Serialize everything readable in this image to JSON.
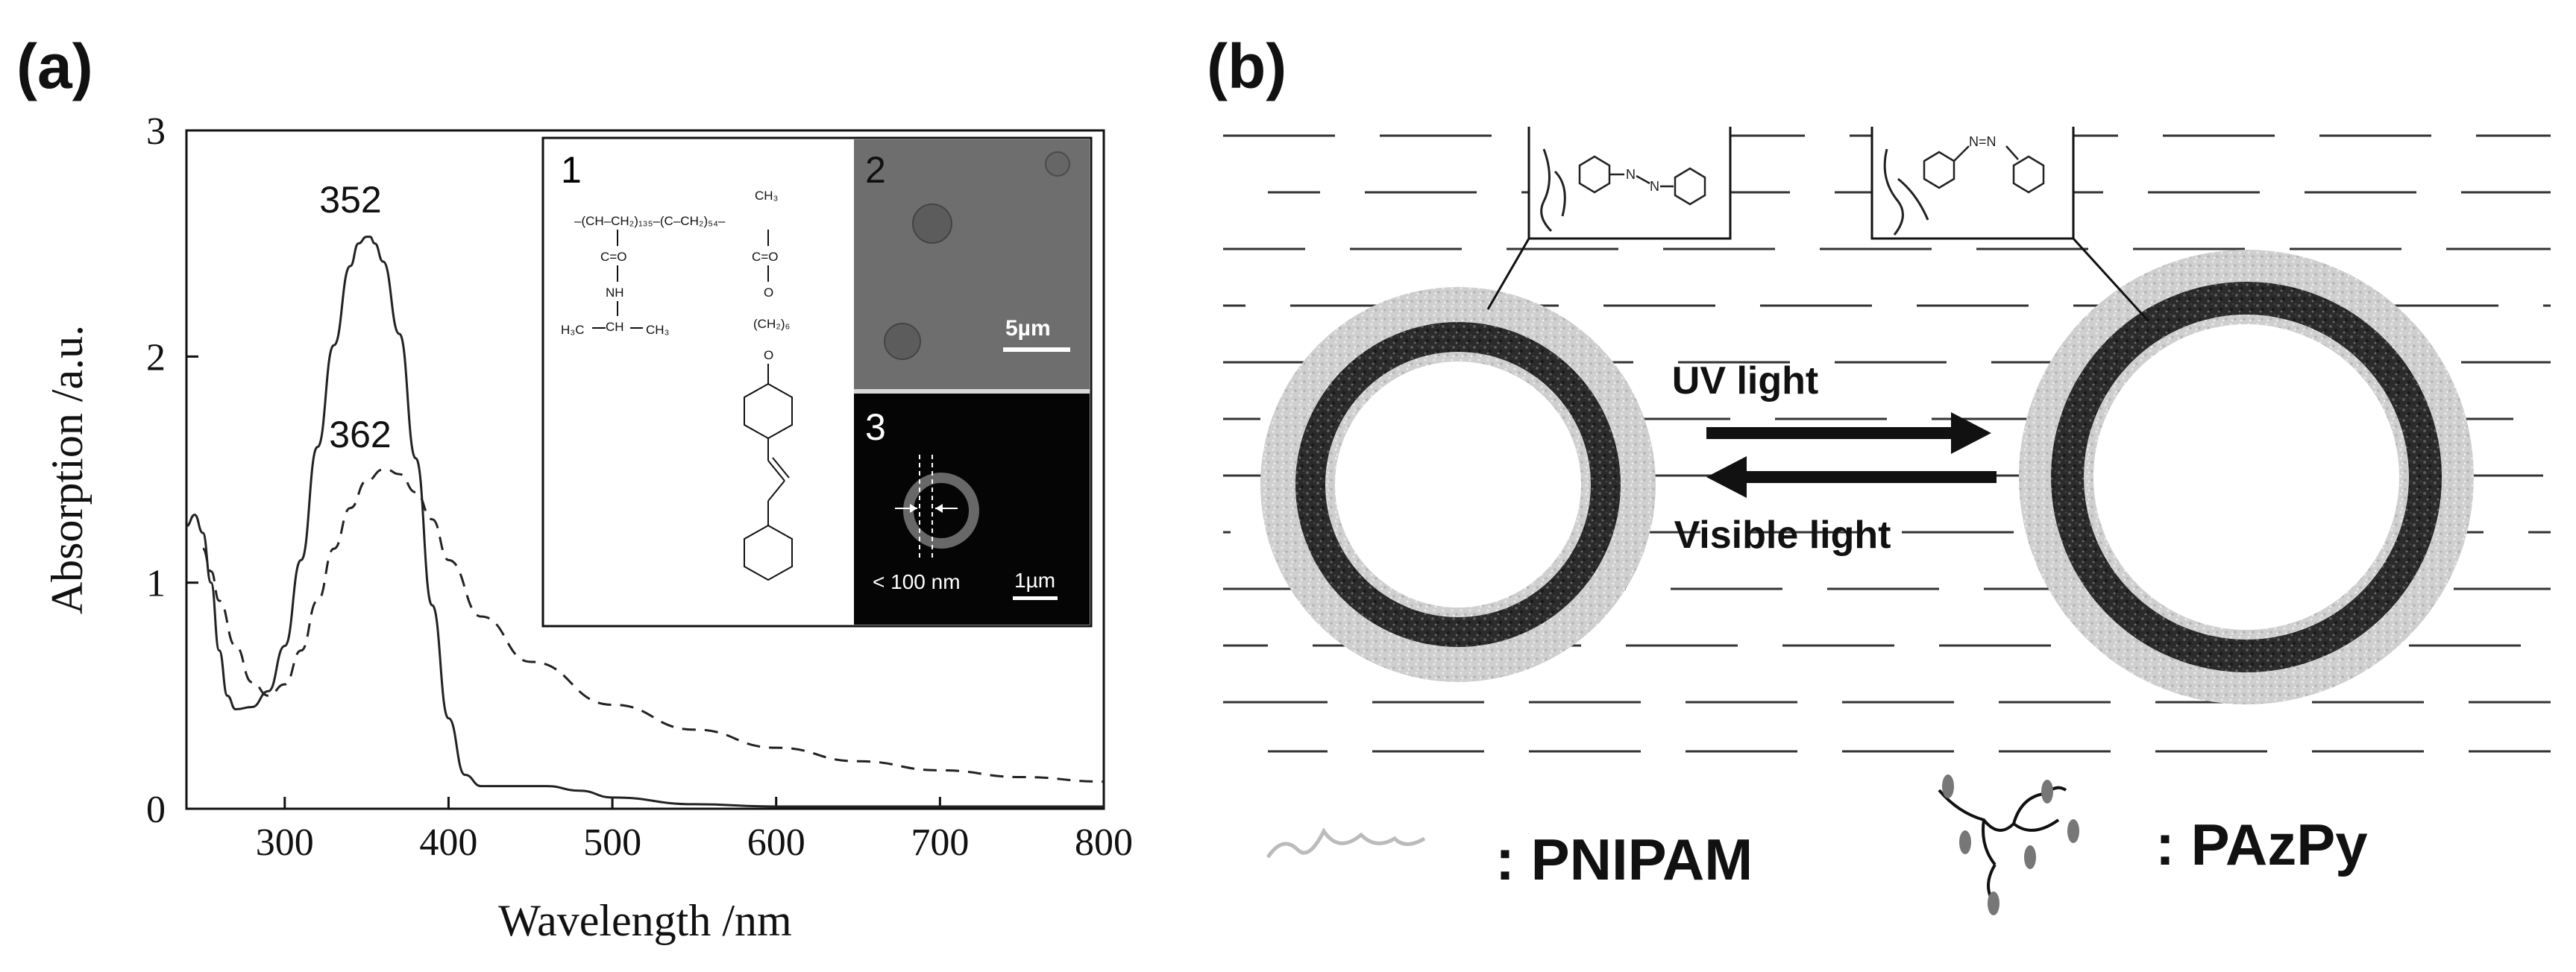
{
  "panel_a": {
    "label": "(a)",
    "peak_labels": [
      "352",
      "362"
    ],
    "inset": {
      "label_1": "1",
      "label_2": "2",
      "label_3": "3",
      "scale_2": "5µm",
      "scale_3": "1µm",
      "thickness_label": "< 100 nm",
      "chem_lines": [
        "CH₃",
        "–(CH–CH₂)₁₃₅–(C–CH₂)₅₄–",
        "C=O",
        "NH",
        "CH",
        "H₃C",
        "CH₃",
        "O",
        "(CH₂)₆"
      ]
    }
  },
  "panel_b": {
    "label": "(b)",
    "arrow_top_label": "UV light",
    "arrow_bottom_label": "Visible light",
    "legend_pnipam": ":   PNIPAM",
    "legend_pazpy": ":   PAzPy"
  },
  "chart_data": {
    "type": "line",
    "xlabel": "Wavelength /nm",
    "ylabel": "Absorption /a.u.",
    "xlim": [
      240,
      800
    ],
    "ylim": [
      0,
      3
    ],
    "xticks": [
      300,
      400,
      500,
      600,
      700,
      800
    ],
    "yticks": [
      0,
      1,
      2,
      3
    ],
    "series": [
      {
        "style": "solid",
        "x": [
          240,
          245,
          250,
          255,
          260,
          265,
          270,
          280,
          290,
          300,
          310,
          320,
          330,
          340,
          345,
          350,
          352,
          355,
          360,
          370,
          380,
          390,
          400,
          410,
          420,
          440,
          460,
          480,
          500,
          550,
          600,
          700,
          800
        ],
        "y": [
          1.25,
          1.3,
          1.22,
          1.0,
          0.7,
          0.5,
          0.44,
          0.45,
          0.52,
          0.72,
          1.1,
          1.6,
          2.05,
          2.4,
          2.5,
          2.53,
          2.53,
          2.5,
          2.42,
          2.1,
          1.55,
          0.9,
          0.4,
          0.15,
          0.1,
          0.1,
          0.1,
          0.08,
          0.05,
          0.02,
          0.01,
          0.01,
          0.01
        ]
      },
      {
        "style": "dashed",
        "x": [
          250,
          255,
          260,
          270,
          280,
          290,
          300,
          310,
          320,
          330,
          340,
          350,
          360,
          362,
          370,
          380,
          390,
          400,
          420,
          450,
          500,
          550,
          600,
          650,
          700,
          750,
          800
        ],
        "y": [
          1.15,
          1.05,
          0.92,
          0.72,
          0.56,
          0.5,
          0.55,
          0.7,
          0.92,
          1.15,
          1.33,
          1.45,
          1.5,
          1.5,
          1.48,
          1.4,
          1.28,
          1.1,
          0.85,
          0.65,
          0.46,
          0.35,
          0.27,
          0.21,
          0.17,
          0.14,
          0.12
        ]
      }
    ],
    "annotations": [
      {
        "text": "352",
        "x": 352,
        "y": 2.53
      },
      {
        "text": "362",
        "x": 362,
        "y": 1.5
      }
    ]
  }
}
